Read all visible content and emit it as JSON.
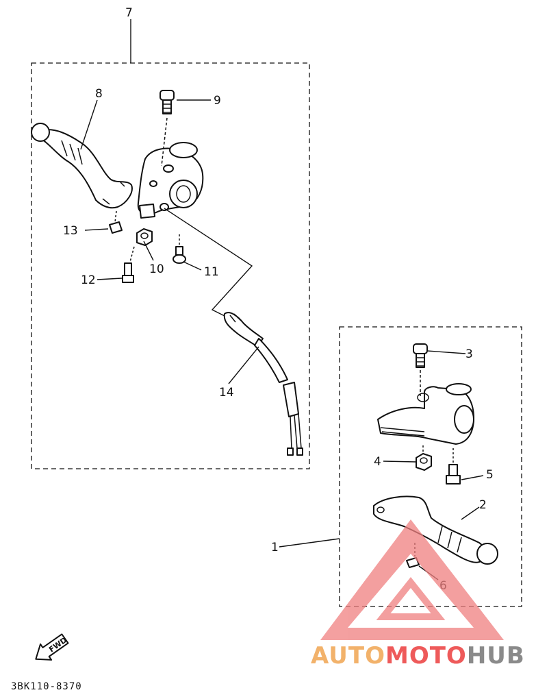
{
  "diagram": {
    "callouts": {
      "c1": "1",
      "c2": "2",
      "c3": "3",
      "c4": "4",
      "c5": "5",
      "c6": "6",
      "c7": "7",
      "c8": "8",
      "c9": "9",
      "c10": "10",
      "c11": "11",
      "c12": "12",
      "c13": "13",
      "c14": "14"
    },
    "part_code": "3BK110-8370",
    "fwd_label": "FWD"
  },
  "watermark": {
    "text_auto": "AUTO",
    "text_moto": "MOTO",
    "text_hub": "HUB",
    "color_auto": "#f2b26b",
    "color_moto": "#ee5a5a",
    "color_hub": "#8a8a8a",
    "triangle_color": "#f08080"
  }
}
